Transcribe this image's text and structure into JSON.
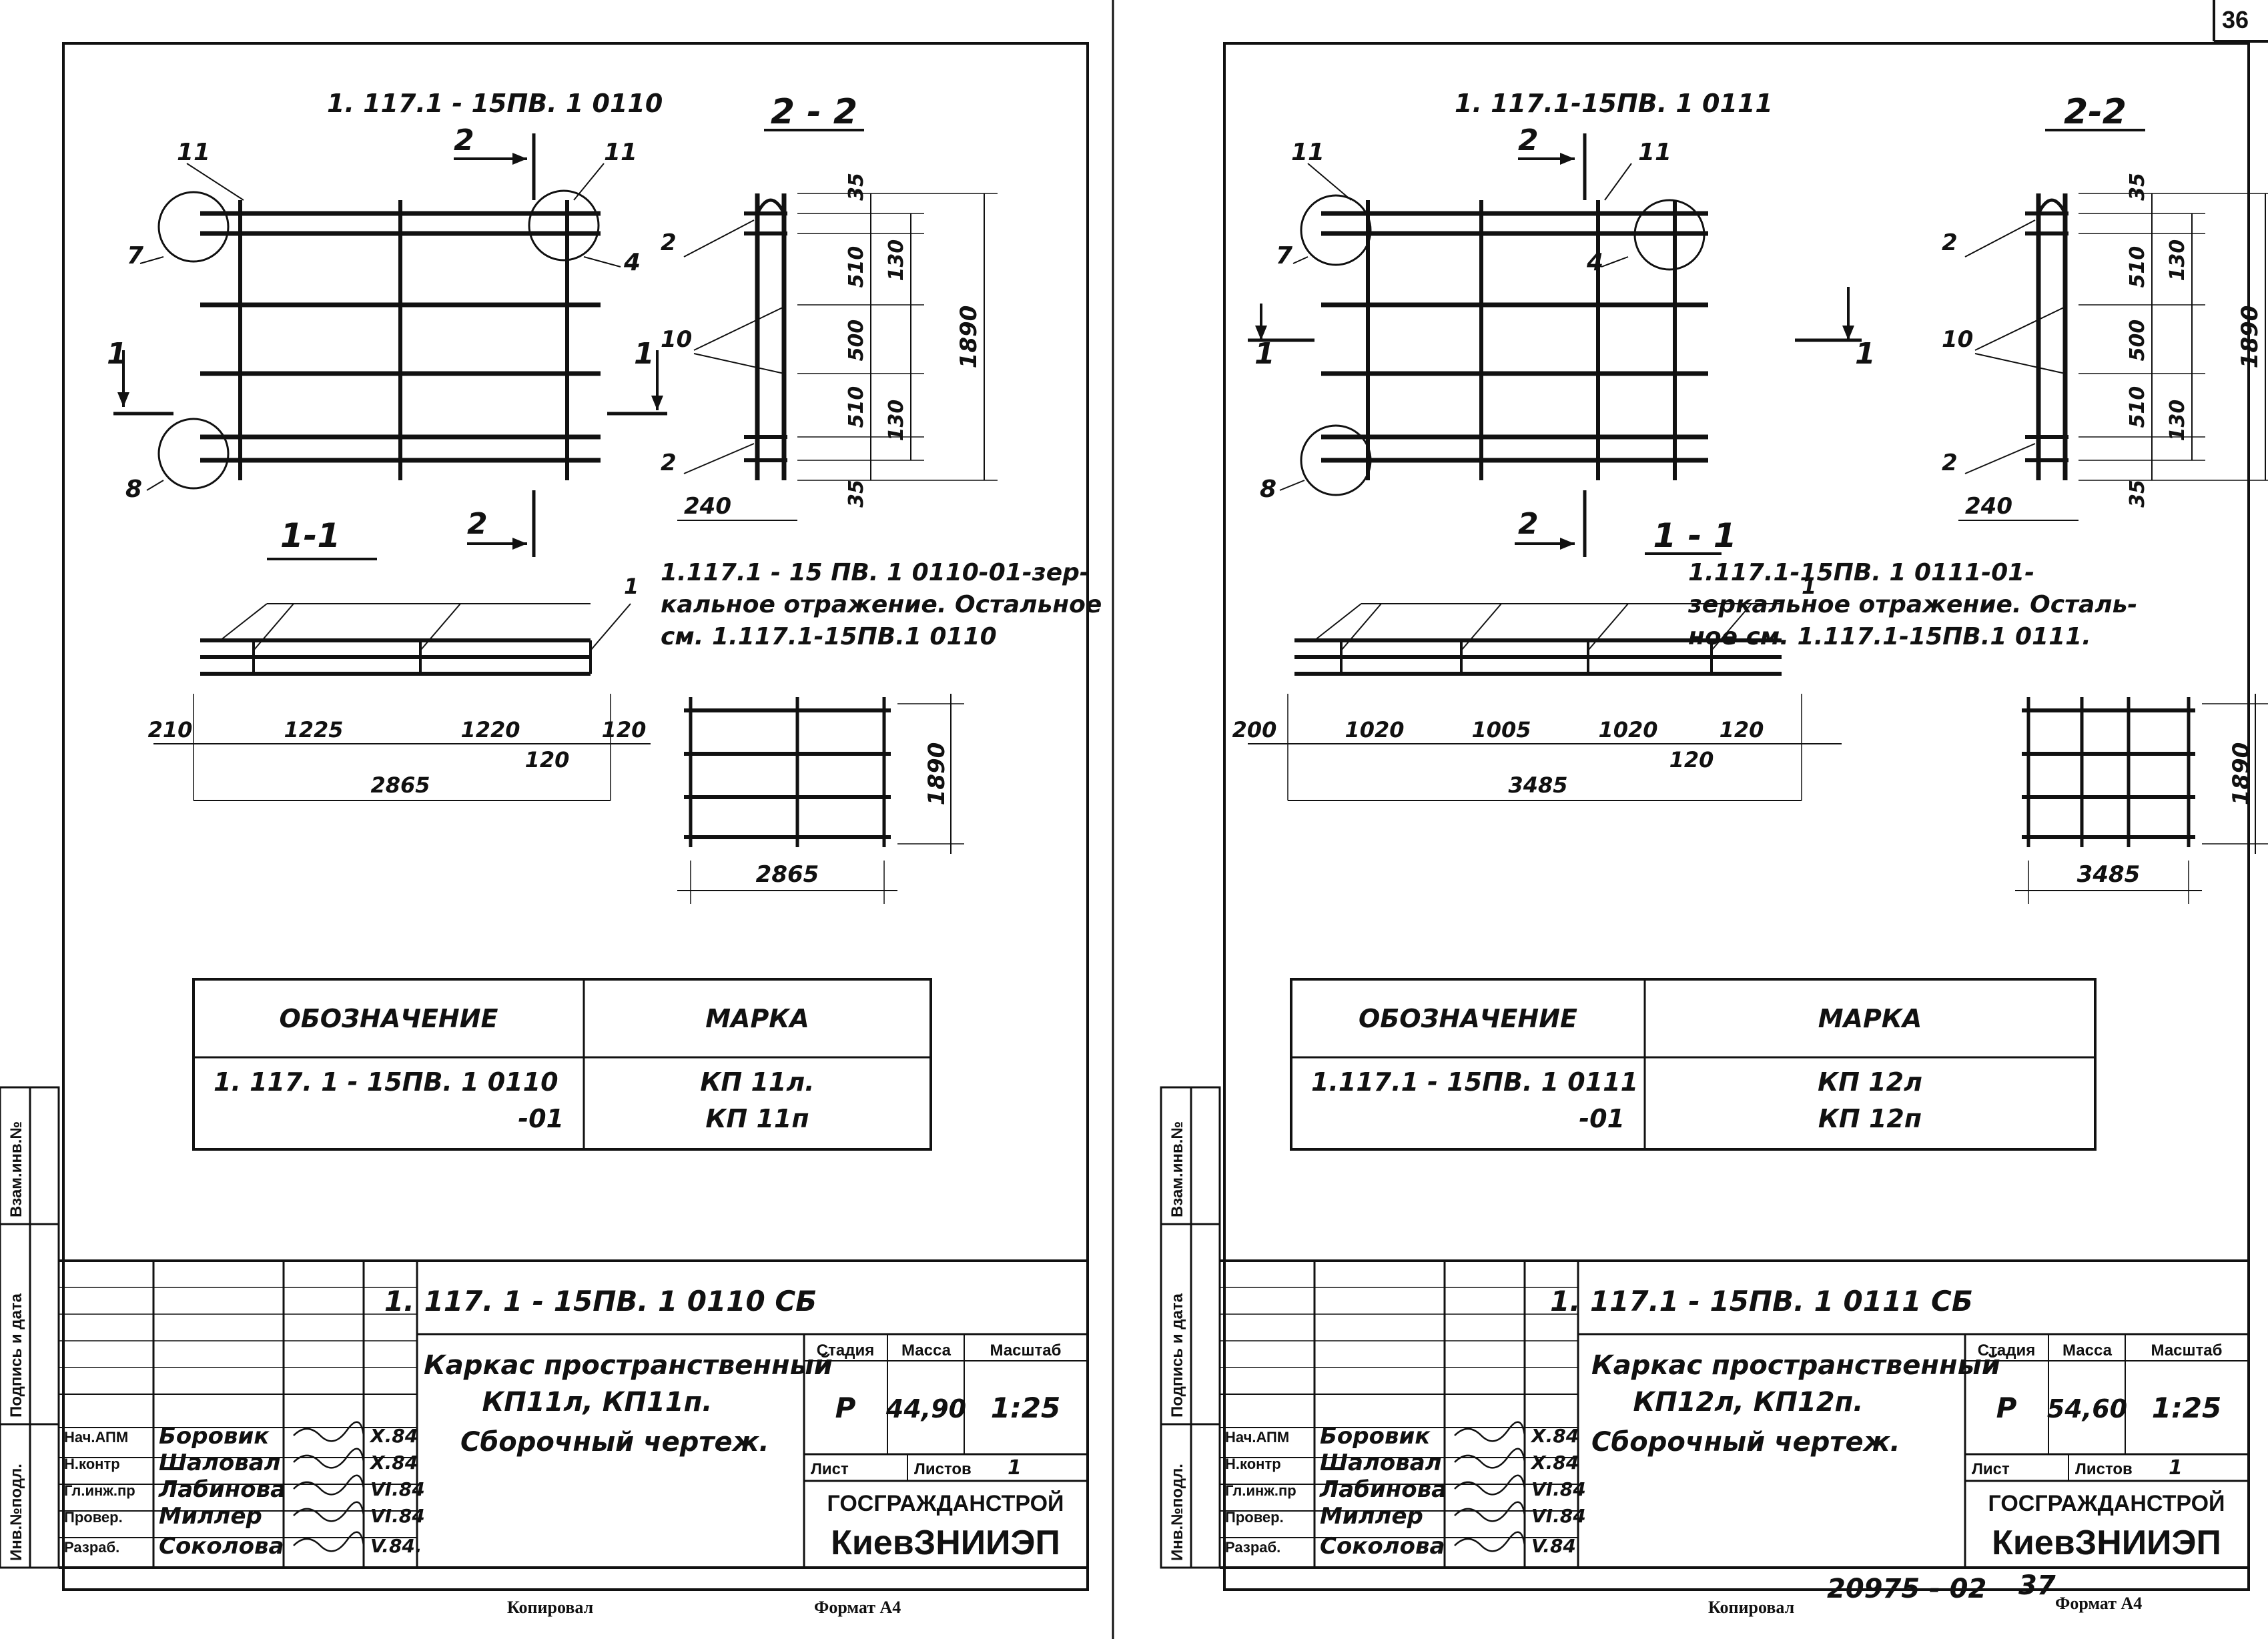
{
  "page_number": "36",
  "footer": {
    "copied": "Копировал",
    "format": "Формат А4",
    "handwritten_ref": "20975 - 02",
    "handwritten_page": "37"
  },
  "side_stamp": {
    "inv_repl": "Взам.инв.№",
    "sign_date": "Подпись и дата",
    "inv_orig": "Инв.№подл."
  },
  "sheets": [
    {
      "top_designation": "1. 117.1 - 15ПВ. 1 0110",
      "section_22": "2 - 2",
      "section_11": "1-1",
      "cut_mark": "2",
      "view_mark": "1",
      "callouts": {
        "c11": "11",
        "c7": "7",
        "c8": "8",
        "c4": "4",
        "c2": "2",
        "c10": "10",
        "c1": "1"
      },
      "section_dims": {
        "d35a": "35",
        "d510a": "510",
        "d500": "500",
        "d510b": "510",
        "d35b": "35",
        "d130a": "130",
        "d130b": "130",
        "total": "1890",
        "width": "240"
      },
      "note": [
        "1.117.1 - 15 ПВ. 1 0110-01-зер-",
        "кальное отражение. Остальное",
        "см. 1.117.1-15ПВ.1 0110"
      ],
      "plan_dims": [
        "210",
        "1225",
        "1220",
        "120",
        "120"
      ],
      "plan_total": "2865",
      "small_h": "1890",
      "small_w": "2865",
      "table": {
        "h1": "ОБОЗНАЧЕНИЕ",
        "h2": "МАРКА",
        "r1": "1. 117. 1 - 15ПВ. 1 0110",
        "r2": "-01",
        "m1": "КП 11л.",
        "m2": "КП 11п"
      },
      "title_block": {
        "code": "1. 117. 1 - 15ПВ. 1 0110 СБ",
        "title": [
          "Каркас пространственный",
          "КП11л, КП11п.",
          "Сборочный чертеж."
        ],
        "stage_h": "Стадия",
        "mass_h": "Масса",
        "scale_h": "Масштаб",
        "stage": "Р",
        "mass": "44,90",
        "scale": "1:25",
        "sheet": "Лист",
        "sheets": "Листов",
        "sheets_count": "1",
        "org1": "ГОСГРАЖДАНСТРОЙ",
        "org2": "КиевЗНИИЭП",
        "people": [
          {
            "role": "Нач.АПМ",
            "name": "Боровик",
            "date": "X.84"
          },
          {
            "role": "Н.контр",
            "name": "Шаловал",
            "date": "X.84"
          },
          {
            "role": "Гл.инж.пр",
            "name": "Лабинова",
            "date": "VI.84"
          },
          {
            "role": "Провер.",
            "name": "Миллер",
            "date": "VI.84"
          },
          {
            "role": "Разраб.",
            "name": "Соколова",
            "date": "V.84."
          }
        ]
      }
    },
    {
      "top_designation": "1. 117.1-15ПВ. 1 0111",
      "section_22": "2-2",
      "section_11": "1 - 1",
      "cut_mark": "2",
      "view_mark": "1",
      "callouts": {
        "c11": "11",
        "c7": "7",
        "c8": "8",
        "c4": "4",
        "c2": "2",
        "c10": "10",
        "c1": "1"
      },
      "section_dims": {
        "d35a": "35",
        "d510a": "510",
        "d500": "500",
        "d510b": "510",
        "d35b": "35",
        "d130a": "130",
        "d130b": "130",
        "total": "1890",
        "width": "240"
      },
      "note": [
        "1.117.1-15ПВ. 1 0111-01-",
        "зеркальное отражение. Осталь-",
        "ное см. 1.117.1-15ПВ.1 0111."
      ],
      "plan_dims": [
        "200",
        "1020",
        "1005",
        "1020",
        "120",
        "120"
      ],
      "plan_total": "3485",
      "small_h": "1890",
      "small_w": "3485",
      "table": {
        "h1": "ОБОЗНАЧЕНИЕ",
        "h2": "МАРКА",
        "r1": "1.117.1 - 15ПВ. 1 0111",
        "r2": "-01",
        "m1": "КП 12л",
        "m2": "КП 12п"
      },
      "title_block": {
        "code": "1. 117.1 - 15ПВ. 1 0111 СБ",
        "title": [
          "Каркас пространственный",
          "КП12л, КП12п.",
          "Сборочный чертеж."
        ],
        "stage_h": "Стадия",
        "mass_h": "Масса",
        "scale_h": "Масштаб",
        "stage": "Р",
        "mass": "54,60",
        "scale": "1:25",
        "sheet": "Лист",
        "sheets": "Листов",
        "sheets_count": "1",
        "org1": "ГОСГРАЖДАНСТРОЙ",
        "org2": "КиевЗНИИЭП",
        "people": [
          {
            "role": "Нач.АПМ",
            "name": "Боровик",
            "date": "X.84"
          },
          {
            "role": "Н.контр",
            "name": "Шаловал",
            "date": "X.84"
          },
          {
            "role": "Гл.инж.пр",
            "name": "Лабинова",
            "date": "VI.84"
          },
          {
            "role": "Провер.",
            "name": "Миллер",
            "date": "VI.84"
          },
          {
            "role": "Разраб.",
            "name": "Соколова",
            "date": "V.84"
          }
        ]
      }
    }
  ]
}
